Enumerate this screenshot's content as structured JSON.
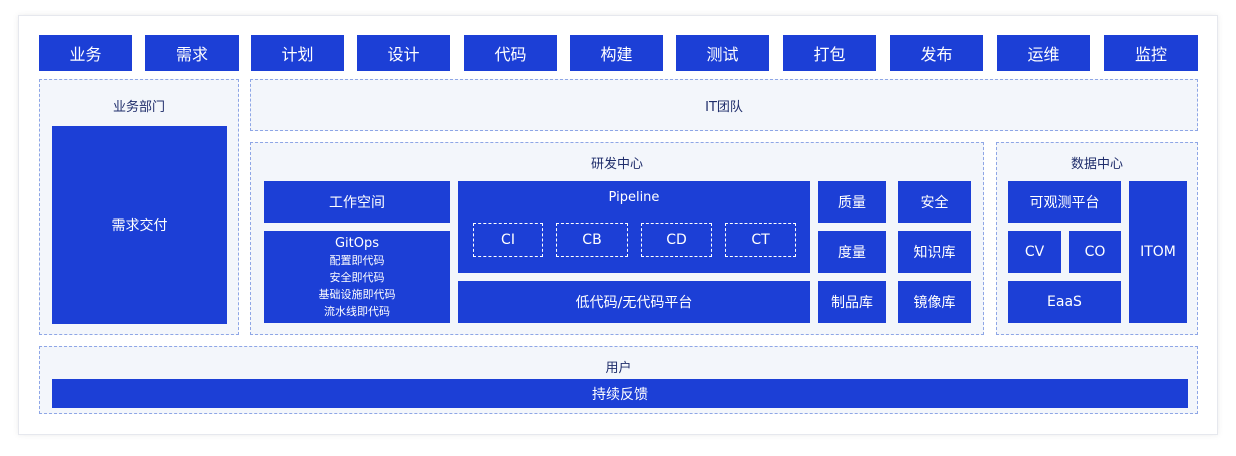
{
  "top_stages": [
    "业务",
    "需求",
    "计划",
    "设计",
    "代码",
    "构建",
    "测试",
    "打包",
    "发布",
    "运维",
    "监控"
  ],
  "business": {
    "title": "业务部门",
    "block": "需求交付"
  },
  "it_team": {
    "title": "IT团队"
  },
  "rd_center": {
    "title": "研发中心",
    "workspace": "工作空间",
    "gitops": {
      "title": "GitOps",
      "lines": [
        "配置即代码",
        "安全即代码",
        "基础设施即代码",
        "流水线即代码"
      ]
    },
    "pipeline": {
      "title": "Pipeline",
      "stages": [
        "CI",
        "CB",
        "CD",
        "CT"
      ]
    },
    "lowcode": "低代码/无代码平台",
    "grid": [
      "质量",
      "安全",
      "度量",
      "知识库",
      "制品库",
      "镜像库"
    ]
  },
  "data_center": {
    "title": "数据中心",
    "observability": "可观测平台",
    "cv": "CV",
    "co": "CO",
    "eaas": "EaaS",
    "itom": "ITOM"
  },
  "users": {
    "title": "用户",
    "feedback": "持续反馈"
  },
  "colors": {
    "primary": "#1c3fd6",
    "zone_bg": "#f3f6fb",
    "zone_border": "#8ea6e6"
  }
}
